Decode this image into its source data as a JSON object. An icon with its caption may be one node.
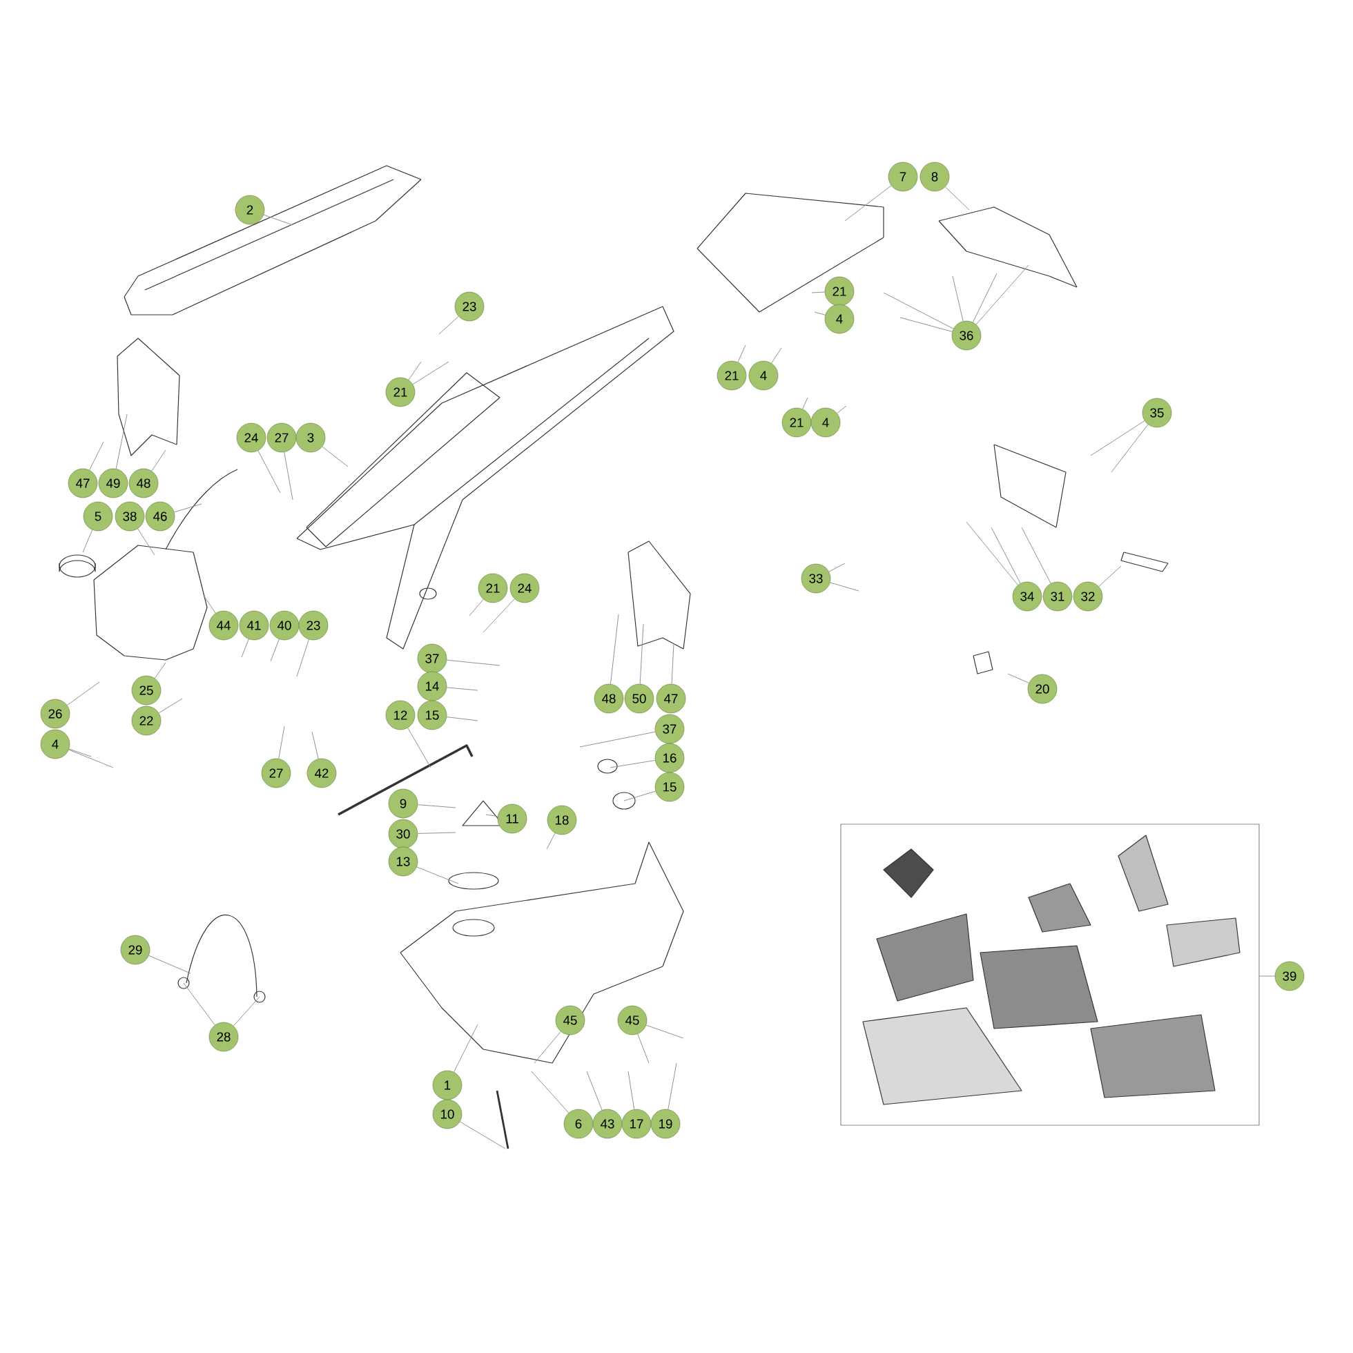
{
  "diagram": {
    "nodes": [
      {
        "text": [
          "2"
        ]
      },
      {
        "text": [
          "7"
        ]
      },
      {
        "text": [
          "8"
        ]
      },
      {
        "text": [
          "23"
        ]
      },
      {
        "text": [
          "21"
        ]
      },
      {
        "text": [
          "21"
        ]
      },
      {
        "text": [
          "4"
        ]
      },
      {
        "text": [
          "21"
        ]
      },
      {
        "text": [
          "4"
        ]
      },
      {
        "text": [
          "21"
        ]
      },
      {
        "text": [
          "4"
        ]
      },
      {
        "text": [
          "36"
        ]
      },
      {
        "text": [
          "24"
        ]
      },
      {
        "text": [
          "27"
        ]
      },
      {
        "text": [
          "3"
        ]
      },
      {
        "text": [
          "35"
        ]
      },
      {
        "text": [
          "47"
        ]
      },
      {
        "text": [
          "49"
        ]
      },
      {
        "text": [
          "48"
        ]
      },
      {
        "text": [
          "5"
        ]
      },
      {
        "text": [
          "38"
        ]
      },
      {
        "text": [
          "46"
        ]
      },
      {
        "text": [
          "33"
        ]
      },
      {
        "text": [
          "34"
        ]
      },
      {
        "text": [
          "31"
        ]
      },
      {
        "text": [
          "32"
        ]
      },
      {
        "text": [
          "21"
        ]
      },
      {
        "text": [
          "24"
        ]
      },
      {
        "text": [
          "44"
        ]
      },
      {
        "text": [
          "41"
        ]
      },
      {
        "text": [
          "40"
        ]
      },
      {
        "text": [
          "23"
        ]
      },
      {
        "text": [
          "37"
        ]
      },
      {
        "text": [
          "14"
        ]
      },
      {
        "text": [
          "12"
        ]
      },
      {
        "text": [
          "15"
        ]
      },
      {
        "text": [
          "48"
        ]
      },
      {
        "text": [
          "50"
        ]
      },
      {
        "text": [
          "47"
        ]
      },
      {
        "text": [
          "20"
        ]
      },
      {
        "text": [
          "26"
        ]
      },
      {
        "text": [
          "25"
        ]
      },
      {
        "text": [
          "22"
        ]
      },
      {
        "text": [
          "4"
        ]
      },
      {
        "text": [
          "37"
        ]
      },
      {
        "text": [
          "16"
        ]
      },
      {
        "text": [
          "27"
        ]
      },
      {
        "text": [
          "42"
        ]
      },
      {
        "text": [
          "15"
        ]
      },
      {
        "text": [
          "9"
        ]
      },
      {
        "text": [
          "11"
        ]
      },
      {
        "text": [
          "30"
        ]
      },
      {
        "text": [
          "18"
        ]
      },
      {
        "text": [
          "13"
        ]
      },
      {
        "text": [
          "29"
        ]
      },
      {
        "text": [
          "28"
        ]
      },
      {
        "text": [
          "39"
        ]
      },
      {
        "text": [
          "45"
        ]
      },
      {
        "text": [
          "45"
        ]
      },
      {
        "text": [
          "1"
        ]
      },
      {
        "text": [
          "10"
        ]
      },
      {
        "text": [
          "6"
        ]
      },
      {
        "text": [
          "43"
        ]
      },
      {
        "text": [
          "17"
        ]
      },
      {
        "text": [
          "19"
        ]
      }
    ],
    "edges": [
      {
        "from": 0,
        "to": null,
        "arrow": "none"
      },
      {
        "from": 1,
        "to": null,
        "arrow": "none"
      },
      {
        "from": 2,
        "to": null,
        "arrow": "none"
      },
      {
        "from": 3,
        "to": null,
        "arrow": "none"
      },
      {
        "from": 4,
        "to": null,
        "arrow": "none"
      },
      {
        "from": 4,
        "to": null,
        "arrow": "none"
      },
      {
        "from": 5,
        "to": null,
        "arrow": "none"
      },
      {
        "from": 6,
        "to": null,
        "arrow": "none"
      },
      {
        "from": 7,
        "to": null,
        "arrow": "none"
      },
      {
        "from": 8,
        "to": null,
        "arrow": "none"
      },
      {
        "from": 9,
        "to": null,
        "arrow": "none"
      },
      {
        "from": 10,
        "to": null,
        "arrow": "none"
      },
      {
        "from": 11,
        "to": null,
        "arrow": "none"
      },
      {
        "from": 11,
        "to": null,
        "arrow": "none"
      },
      {
        "from": 11,
        "to": null,
        "arrow": "none"
      },
      {
        "from": 11,
        "to": null,
        "arrow": "none"
      },
      {
        "from": 11,
        "to": null,
        "arrow": "none"
      },
      {
        "from": 12,
        "to": null,
        "arrow": "none"
      },
      {
        "from": 13,
        "to": null,
        "arrow": "none"
      },
      {
        "from": 14,
        "to": null,
        "arrow": "none"
      },
      {
        "from": 15,
        "to": null,
        "arrow": "none"
      },
      {
        "from": 15,
        "to": null,
        "arrow": "none"
      },
      {
        "from": 16,
        "to": null,
        "arrow": "none"
      },
      {
        "from": 17,
        "to": null,
        "arrow": "none"
      },
      {
        "from": 18,
        "to": null,
        "arrow": "none"
      },
      {
        "from": 19,
        "to": null,
        "arrow": "none"
      },
      {
        "from": 20,
        "to": null,
        "arrow": "none"
      },
      {
        "from": 21,
        "to": null,
        "arrow": "none"
      },
      {
        "from": 22,
        "to": null,
        "arrow": "none"
      },
      {
        "from": 22,
        "to": null,
        "arrow": "none"
      },
      {
        "from": 23,
        "to": null,
        "arrow": "none"
      },
      {
        "from": 23,
        "to": null,
        "arrow": "none"
      },
      {
        "from": 24,
        "to": null,
        "arrow": "none"
      },
      {
        "from": 25,
        "to": null,
        "arrow": "none"
      },
      {
        "from": 26,
        "to": null,
        "arrow": "none"
      },
      {
        "from": 27,
        "to": null,
        "arrow": "none"
      },
      {
        "from": 28,
        "to": null,
        "arrow": "none"
      },
      {
        "from": 29,
        "to": null,
        "arrow": "none"
      },
      {
        "from": 30,
        "to": null,
        "arrow": "none"
      },
      {
        "from": 31,
        "to": null,
        "arrow": "none"
      },
      {
        "from": 32,
        "to": null,
        "arrow": "none"
      },
      {
        "from": 33,
        "to": null,
        "arrow": "none"
      },
      {
        "from": 34,
        "to": null,
        "arrow": "none"
      },
      {
        "from": 35,
        "to": null,
        "arrow": "none"
      },
      {
        "from": 36,
        "to": null,
        "arrow": "none"
      },
      {
        "from": 37,
        "to": null,
        "arrow": "none"
      },
      {
        "from": 38,
        "to": null,
        "arrow": "none"
      },
      {
        "from": 39,
        "to": null,
        "arrow": "none"
      },
      {
        "from": 40,
        "to": null,
        "arrow": "none"
      },
      {
        "from": 41,
        "to": null,
        "arrow": "none"
      },
      {
        "from": 42,
        "to": null,
        "arrow": "none"
      },
      {
        "from": 43,
        "to": null,
        "arrow": "none"
      },
      {
        "from": 43,
        "to": null,
        "arrow": "none"
      },
      {
        "from": 44,
        "to": null,
        "arrow": "none"
      },
      {
        "from": 45,
        "to": null,
        "arrow": "none"
      },
      {
        "from": 46,
        "to": null,
        "arrow": "none"
      },
      {
        "from": 47,
        "to": null,
        "arrow": "none"
      },
      {
        "from": 48,
        "to": null,
        "arrow": "none"
      },
      {
        "from": 49,
        "to": null,
        "arrow": "none"
      },
      {
        "from": 50,
        "to": null,
        "arrow": "none"
      },
      {
        "from": 51,
        "to": null,
        "arrow": "none"
      },
      {
        "from": 52,
        "to": null,
        "arrow": "none"
      },
      {
        "from": 53,
        "to": null,
        "arrow": "none"
      },
      {
        "from": 54,
        "to": null,
        "arrow": "none"
      },
      {
        "from": 55,
        "to": null,
        "arrow": "none"
      },
      {
        "from": 55,
        "to": null,
        "arrow": "none"
      },
      {
        "from": 56,
        "to": null,
        "arrow": "none"
      },
      {
        "from": 57,
        "to": null,
        "arrow": "none"
      },
      {
        "from": 58,
        "to": null,
        "arrow": "none"
      },
      {
        "from": 58,
        "to": null,
        "arrow": "none"
      },
      {
        "from": 59,
        "to": null,
        "arrow": "none"
      },
      {
        "from": 60,
        "to": null,
        "arrow": "none"
      },
      {
        "from": 61,
        "to": null,
        "arrow": "none"
      },
      {
        "from": 62,
        "to": null,
        "arrow": "none"
      },
      {
        "from": 63,
        "to": null,
        "arrow": "none"
      },
      {
        "from": 64,
        "to": null,
        "arrow": "none"
      }
    ]
  }
}
